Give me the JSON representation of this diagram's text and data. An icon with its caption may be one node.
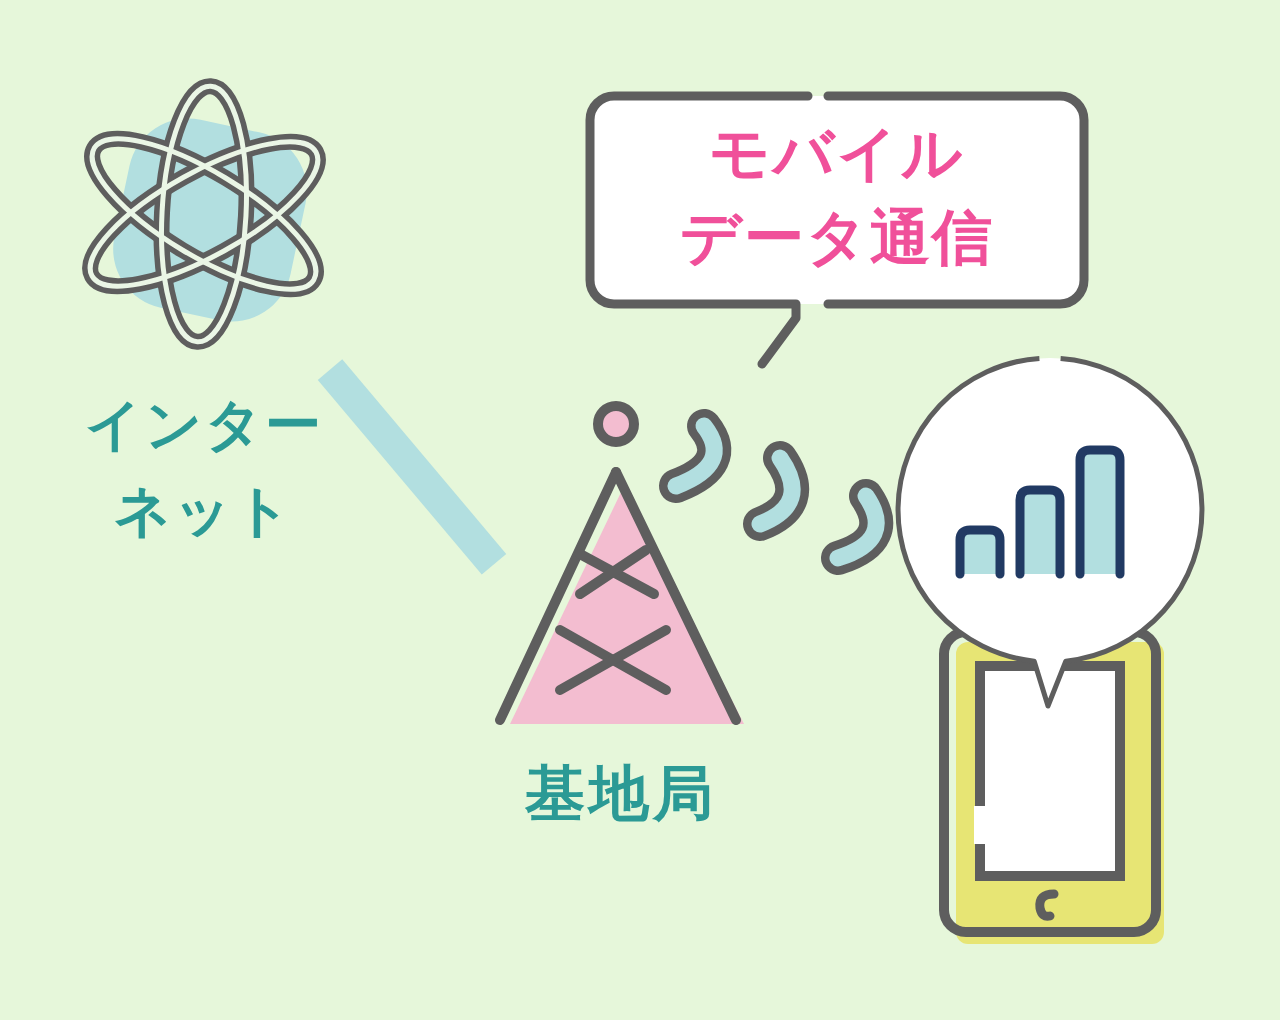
{
  "diagram": {
    "nodes": [
      {
        "text": [
          "インターネット"
        ]
      },
      {
        "text": [
          "モバイルデータ通信"
        ]
      },
      {
        "text": [
          "基地局"
        ]
      },
      {
        "text": [],
        "shape": "picture"
      }
    ],
    "edges": [
      {
        "from": 0,
        "to": 2,
        "arrow": "none",
        "color": "#b2dfe0"
      }
    ]
  }
}
